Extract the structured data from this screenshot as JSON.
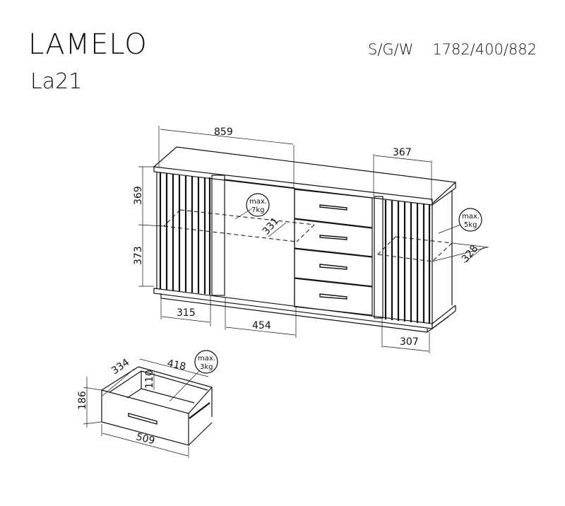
{
  "header": {
    "product_name": "LAMELO",
    "product_code": "La21",
    "dimension_label": "S/G/W",
    "dimension_value": "1782/400/882"
  },
  "drawing": {
    "cabinet": {
      "width_left_section": "859",
      "width_right_section": "367",
      "upper_height": "369",
      "lower_height": "373",
      "left_door_width": "315",
      "middle_width": "454",
      "right_door_width": "307",
      "middle_shelf_depth": "331",
      "right_shelf_depth": "328",
      "middle_shelf_load": [
        "max.",
        "7kg"
      ],
      "right_shelf_load": [
        "max.",
        "5kg"
      ]
    },
    "drawer": {
      "depth": "334",
      "inner_width": "418",
      "inner_height": "110",
      "height": "186",
      "width": "509",
      "load": [
        "max.",
        "3kg"
      ]
    }
  }
}
